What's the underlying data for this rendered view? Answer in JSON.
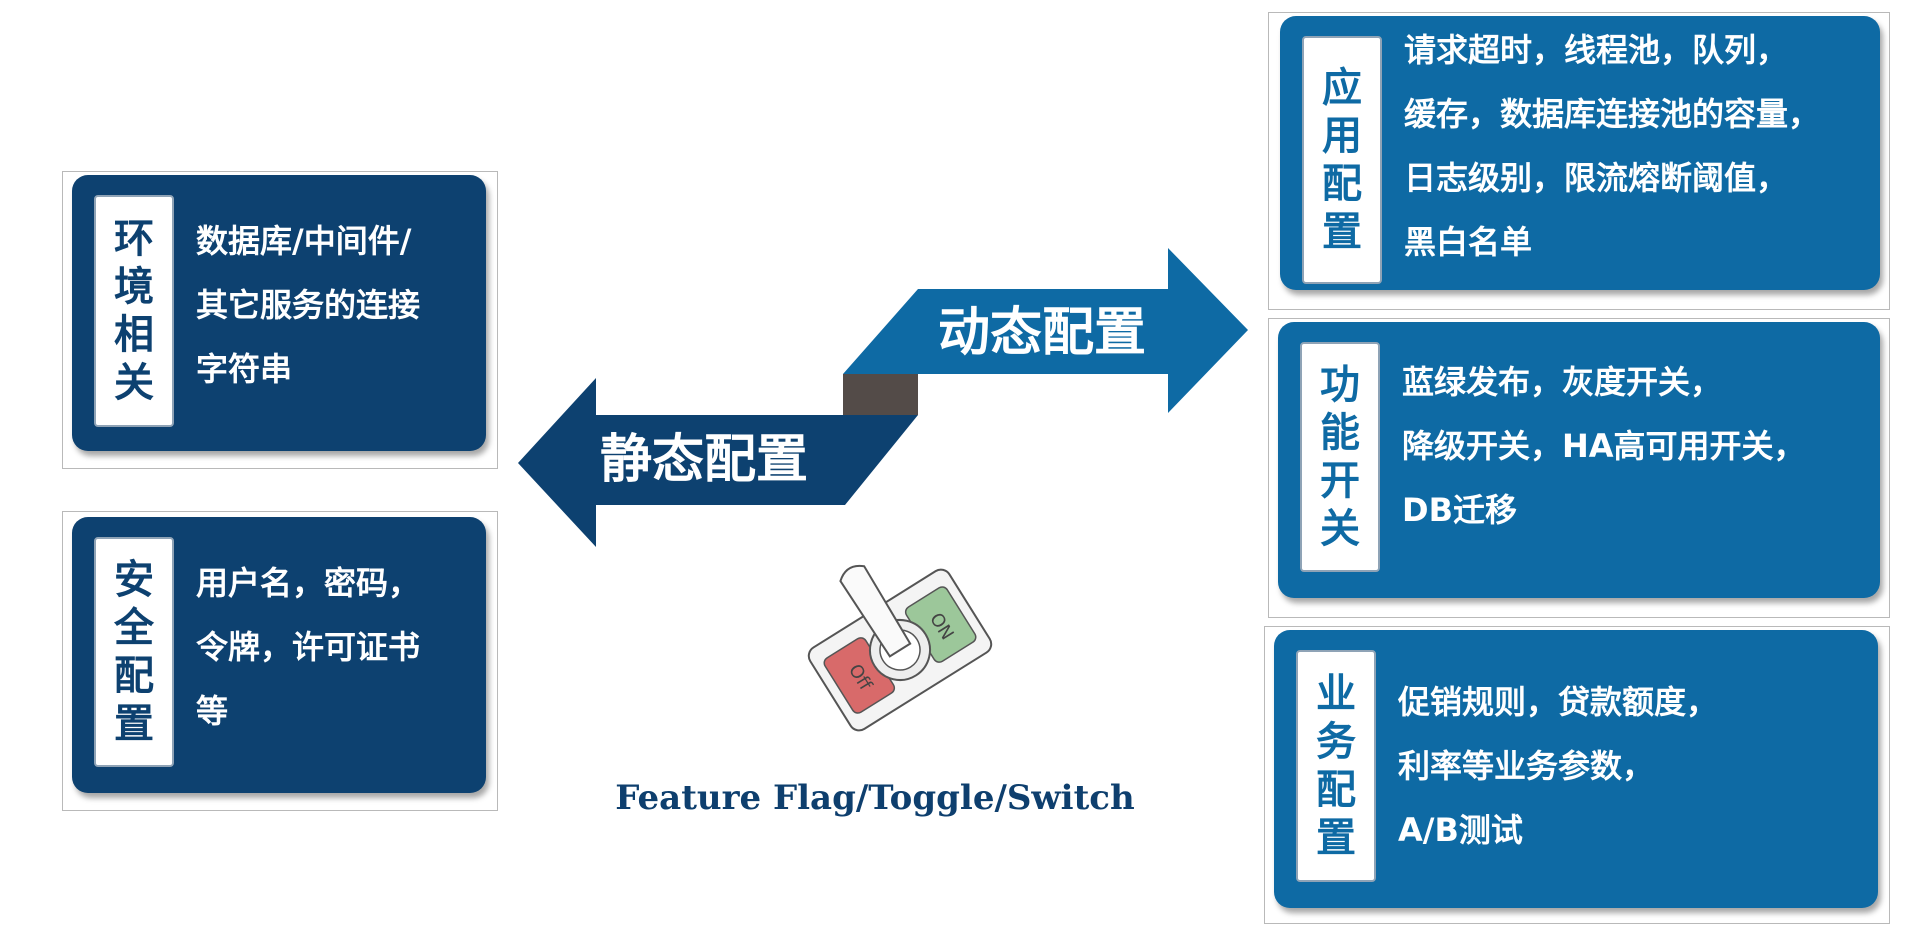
{
  "colors": {
    "dark_card": "#0d4170",
    "light_card": "#0e6aa4",
    "arrow_static": "#0d4170",
    "arrow_dynamic": "#0e6aa4",
    "connector": "#534b48",
    "caption": "#0e3f6e"
  },
  "left_cards": [
    {
      "tag": [
        "环",
        "境",
        "相",
        "关"
      ],
      "lines": [
        "数据库/中间件/",
        "其它服务的连接",
        "字符串"
      ]
    },
    {
      "tag": [
        "安",
        "全",
        "配",
        "置"
      ],
      "lines": [
        "用户名，密码，",
        "令牌，许可证书",
        "等"
      ]
    }
  ],
  "right_cards": [
    {
      "tag": [
        "应",
        "用",
        "配",
        "置"
      ],
      "lines": [
        "请求超时，线程池，队列，",
        "缓存，数据库连接池的容量，",
        "日志级别，限流熔断阈值，",
        "黑白名单"
      ]
    },
    {
      "tag": [
        "功",
        "能",
        "开",
        "关"
      ],
      "lines": [
        "蓝绿发布，灰度开关，",
        "降级开关，HA高可用开关，",
        "DB迁移"
      ]
    },
    {
      "tag": [
        "业",
        "务",
        "配",
        "置"
      ],
      "lines": [
        "促销规则，贷款额度，",
        "利率等业务参数，",
        "A/B测试"
      ]
    }
  ],
  "arrows": {
    "static_label": "静态配置",
    "dynamic_label": "动态配置"
  },
  "toggle": {
    "icon": "toggle-switch-icon",
    "on_label": "ON",
    "off_label": "Off"
  },
  "caption": "Feature Flag/Toggle/Switch"
}
